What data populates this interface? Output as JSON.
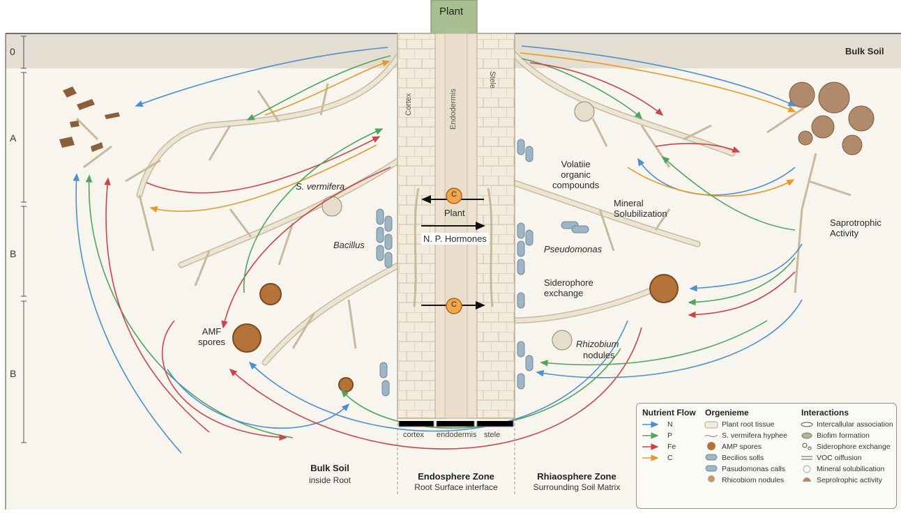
{
  "plant_label": "Plant",
  "bulk_soil_top": "Bulk Soil",
  "horizons": [
    "0",
    "A",
    "B",
    "B"
  ],
  "root_column_labels": {
    "cortex_vertical": "Cortex",
    "endodermis_vertical": "Endodermis",
    "stele_vertical": "Stele"
  },
  "bottom_column_labels": [
    "cortex",
    "endodermis",
    "stele"
  ],
  "center_labels": {
    "plant": "Plant",
    "hormones": "N. P. Hormones",
    "carbon_symbol": "C"
  },
  "left_labels": {
    "vermifera": "S. vermifera",
    "bacillus": "Bacillus",
    "amf": "AMF\nspores"
  },
  "right_labels": {
    "voc": "Volatiie\norganic\ncompounds",
    "mineral": "Mineral\nSolubilization",
    "pseudomonas": "Pseudomonas",
    "siderophore": "Siderophore\nexchange",
    "rhizobium": "Rhizobium",
    "nodules": "nodules",
    "saprotrophic": "Saprotrophic\nActivity"
  },
  "zones": [
    {
      "title": "Bulk Soil",
      "subtitle": "inside Root"
    },
    {
      "title": "Endosphere Zone",
      "subtitle": "Root Surface interface"
    },
    {
      "title": "Rhiaosphere Zone",
      "subtitle": "Surrounding Soil Matrix"
    }
  ],
  "legend": {
    "nutrient_title": "Nutrient Flow",
    "nutrients": [
      {
        "label": "N",
        "color": "#4a8fd0"
      },
      {
        "label": "P",
        "color": "#4fa55a"
      },
      {
        "label": "Fe",
        "color": "#c8454a"
      },
      {
        "label": "C",
        "color": "#e39a2c"
      }
    ],
    "organisms_title": "Orgenieme",
    "organisms": [
      "Plant root tissue",
      "S. vermifera hyphee",
      "AMP spores",
      "Becilios solls",
      "Pasudomonas calls",
      "Rhicobiom nodules"
    ],
    "interactions_title": "Interactions",
    "interactions": [
      "Intercallular association",
      "Biofim formation",
      "Siderophore exchange",
      "VOC oiffusion",
      "Mineral solubilication",
      "Seprolrophic activity"
    ]
  },
  "colors": {
    "soil_O": "#e3ddd3",
    "soil": "#f7f4ec",
    "root": "#efe7d6",
    "root_line": "#b8ab92",
    "plant_stem": "#a9bf92",
    "spore": "#b5733a"
  }
}
